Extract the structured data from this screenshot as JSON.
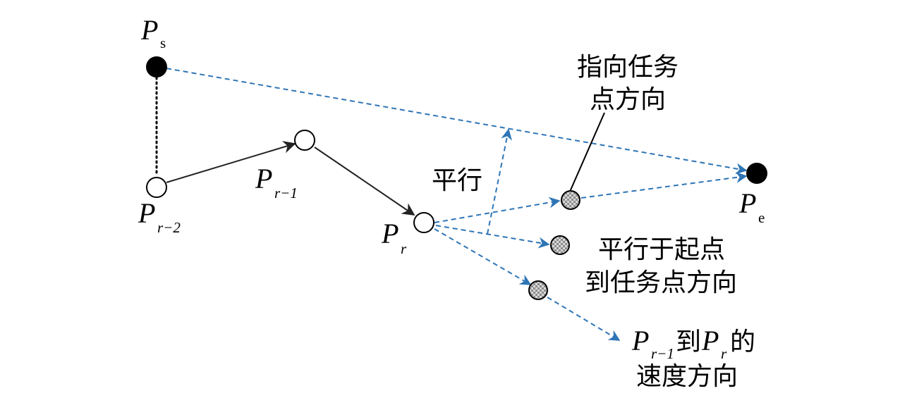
{
  "points": {
    "ps": {
      "main": "P",
      "sub": "s"
    },
    "pr2": {
      "main": "P",
      "sub": "r−2"
    },
    "pr1": {
      "main": "P",
      "sub": "r−1"
    },
    "pr": {
      "main": "P",
      "sub": "r"
    },
    "pe": {
      "main": "P",
      "sub": "e"
    }
  },
  "labels": {
    "task_dir_line1": "指向任务",
    "task_dir_line2": "点方向",
    "parallel": "平行",
    "parallel_start_line1": "平行于起点",
    "parallel_start_line2": "到任务点方向",
    "velocity_suffix": "的",
    "velocity_mid": "到",
    "velocity_line2": "速度方向"
  },
  "colors": {
    "blue_dashed": "#2e75b6",
    "black": "#000000",
    "candidate_fill": "#bfbfbf"
  }
}
